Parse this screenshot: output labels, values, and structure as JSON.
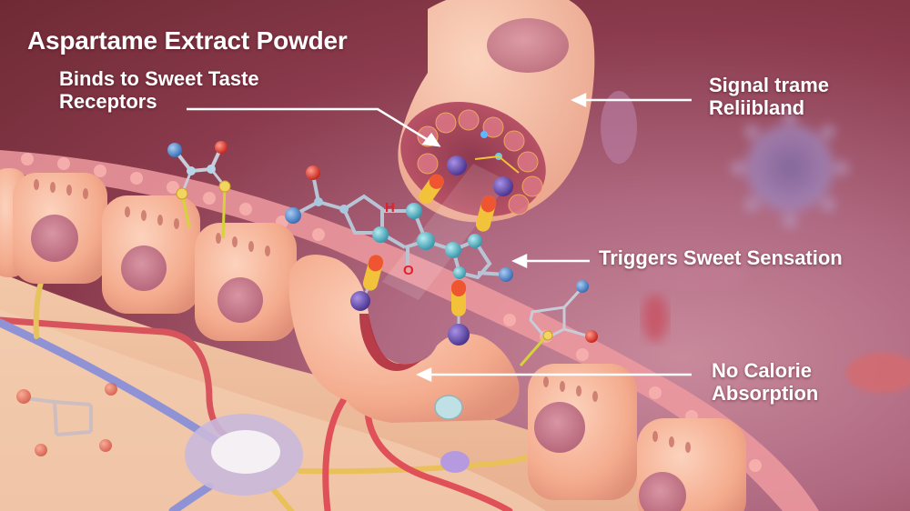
{
  "title": "Aspartame Extract Powder",
  "annotations": {
    "binds": {
      "line1": "Binds to Sweet Taste",
      "line2": "Receptors"
    },
    "signal": {
      "line1": "Signal trame",
      "line2": "Reliibland"
    },
    "triggers": {
      "line1": "Triggers Sweet Sensation"
    },
    "no_calorie": {
      "line1": "No Calorie",
      "line2": "Absorption"
    }
  },
  "molecule": {
    "atom_labels": [
      "H",
      "O"
    ]
  },
  "colors": {
    "background_dark": "#6e2a34",
    "background_mid": "#8a3a4c",
    "cell_peach": "#f6b79a",
    "nucleus": "#c7788a",
    "text": "#ffffff",
    "atom_blue": "#4f8fd0",
    "atom_red": "#e03a2e",
    "atom_purple": "#6a4fb0",
    "atom_teal": "#5ab8c8",
    "bond_yellow": "#f2c23a"
  }
}
